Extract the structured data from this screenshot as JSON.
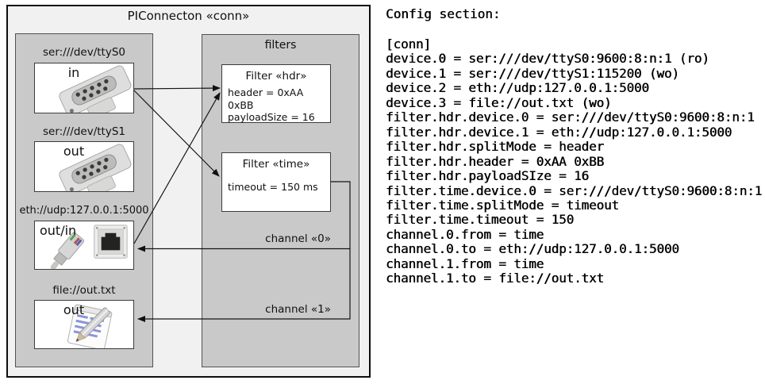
{
  "diagram": {
    "title": "PIConnecton «conn»",
    "devices_panel": {
      "items": [
        {
          "label": "ser:///dev/ttyS0",
          "port": "in",
          "icon": "serial-connector-icon"
        },
        {
          "label": "ser:///dev/ttyS1",
          "port": "out",
          "icon": "serial-connector-icon"
        },
        {
          "label": "eth://udp:127.0.0.1:5000",
          "port": "out/in",
          "icon": "ethernet-connector-icon"
        },
        {
          "label": "file://out.txt",
          "port": "out",
          "icon": "notepad-icon"
        }
      ]
    },
    "filters_panel": {
      "title": "filters",
      "filters": [
        {
          "title": "Filter «hdr»",
          "attributes": {
            "0": "header = 0xAA 0xBB",
            "1": "payloadSize = 16"
          }
        },
        {
          "title": "Filter «time»",
          "attributes": {
            "0": "timeout = 150 ms"
          }
        }
      ],
      "channel_labels": [
        "channel «0»",
        "channel «1»"
      ]
    }
  },
  "config": {
    "heading": "Config section:",
    "lines": [
      "[conn]",
      "device.0 = ser:///dev/ttyS0:9600:8:n:1 (ro)",
      "device.1 = ser:///dev/ttyS1:115200 (wo)",
      "device.2 = eth://udp:127.0.0.1:5000",
      "device.3 = file://out.txt (wo)",
      "filter.hdr.device.0 = ser:///dev/ttyS0:9600:8:n:1",
      "filter.hdr.device.1 = eth://udp:127.0.0.1:5000",
      "filter.hdr.splitMode = header",
      "filter.hdr.header = 0xAA 0xBB",
      "filter.hdr.payloadSIze = 16",
      "filter.time.device.0 = ser:///dev/ttyS0:9600:8:n:1",
      "filter.time.splitMode = timeout",
      "filter.time.timeout = 150",
      "channel.0.from = time",
      "channel.0.to = eth://udp:127.0.0.1:5000",
      "channel.1.from = time",
      "channel.1.to = file://out.txt"
    ]
  },
  "colors": {
    "outer_fill": "#f1f1f1",
    "panel_fill": "#c9c9c9",
    "box_fill": "#ffffff",
    "line": "#111111",
    "text": "#000000"
  }
}
